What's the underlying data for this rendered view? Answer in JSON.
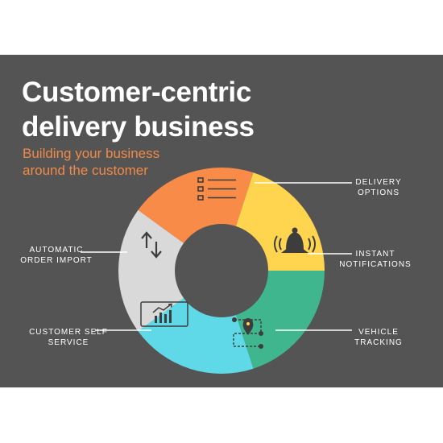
{
  "title": "Customer-centric\ndelivery business",
  "subtitle": "Building your business\naround the customer",
  "colors": {
    "background": "#545454",
    "subtitle": "#f08a47",
    "segments": [
      "#d9d9d9",
      "#f78b47",
      "#ffd54f",
      "#3fb68e",
      "#5fd9e8"
    ]
  },
  "segments": [
    {
      "label": "DELIVERY\nOPTIONS",
      "icon": "list-icon"
    },
    {
      "label": "INSTANT\nNOTIFICATIONS",
      "icon": "bell-icon"
    },
    {
      "label": "VEHICLE\nTRACKING",
      "icon": "route-pin-icon"
    },
    {
      "label": "CUSTOMER SELF\nSERVICE",
      "icon": "bar-chart-icon"
    },
    {
      "label": "AUTOMATIC\nORDER IMPORT",
      "icon": "up-down-arrows-icon"
    }
  ]
}
